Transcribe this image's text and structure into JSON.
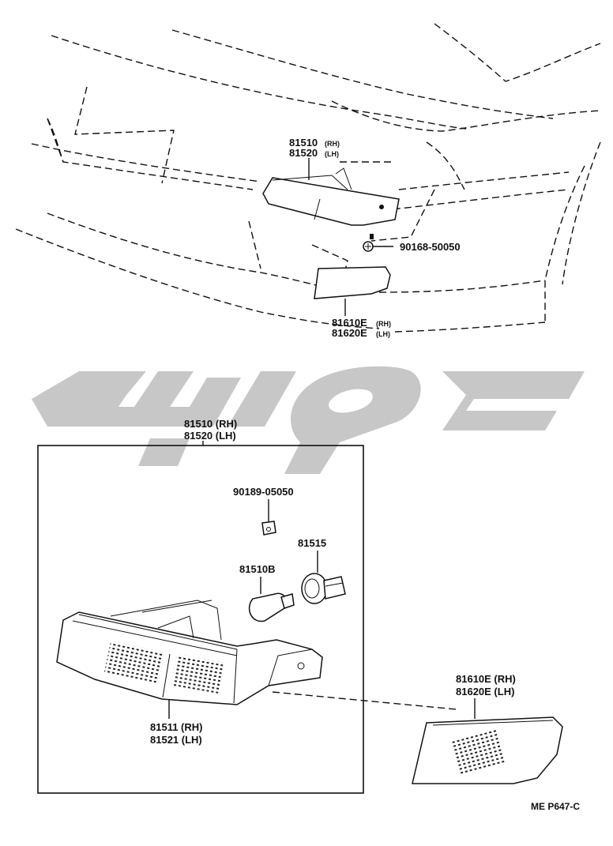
{
  "upper_view": {
    "lamp_label_line1": "81510",
    "lamp_label_line1_side": "(RH)",
    "lamp_label_line2": "81520",
    "lamp_label_line2_side": "(LH)",
    "screw_label": "90168-50050",
    "side_lamp_label_line1": "81610E",
    "side_lamp_label_line1_side": "(RH)",
    "side_lamp_label_line2": "81620E",
    "side_lamp_label_line2_side": "(LH)"
  },
  "detail_box": {
    "assembly_label_line1": "81510 (RH)",
    "assembly_label_line2": "81520 (LH)",
    "clip_label": "90189-05050",
    "socket_label": "81515",
    "bulb_label": "81510B",
    "lens_label_line1": "81511 (RH)",
    "lens_label_line2": "81521 (LH)"
  },
  "side_marker": {
    "label_line1": "81610E (RH)",
    "label_line2": "81620E (LH)"
  },
  "reference": "ME  P647-C"
}
